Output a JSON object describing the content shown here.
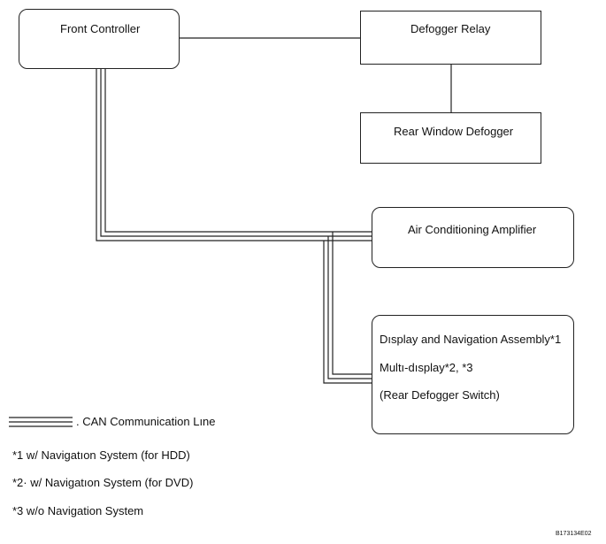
{
  "components": {
    "front_controller": "Front Controller",
    "defogger_relay": "Defogger Relay",
    "rear_window_defogger": "Rear Window Defogger",
    "air_conditioning_amplifier": "Air Conditioning Amplifier",
    "display_assembly": {
      "line1": "Dısplay and Navigation Assembly*1",
      "line2": "Multı-dısplay*2, *3",
      "line3": "(Rear Defogger Switch)"
    }
  },
  "legend": {
    "can_line_label": ". CAN Communication Lıne"
  },
  "footnotes": [
    "*1  w/ Navigatıon System (for HDD)",
    "*2·  w/ Navigatıon System (for DVD)",
    "*3  w/o Navigation System"
  ],
  "figure_code": "B173134E02",
  "colors": {
    "line": "#222222",
    "background": "#ffffff"
  }
}
